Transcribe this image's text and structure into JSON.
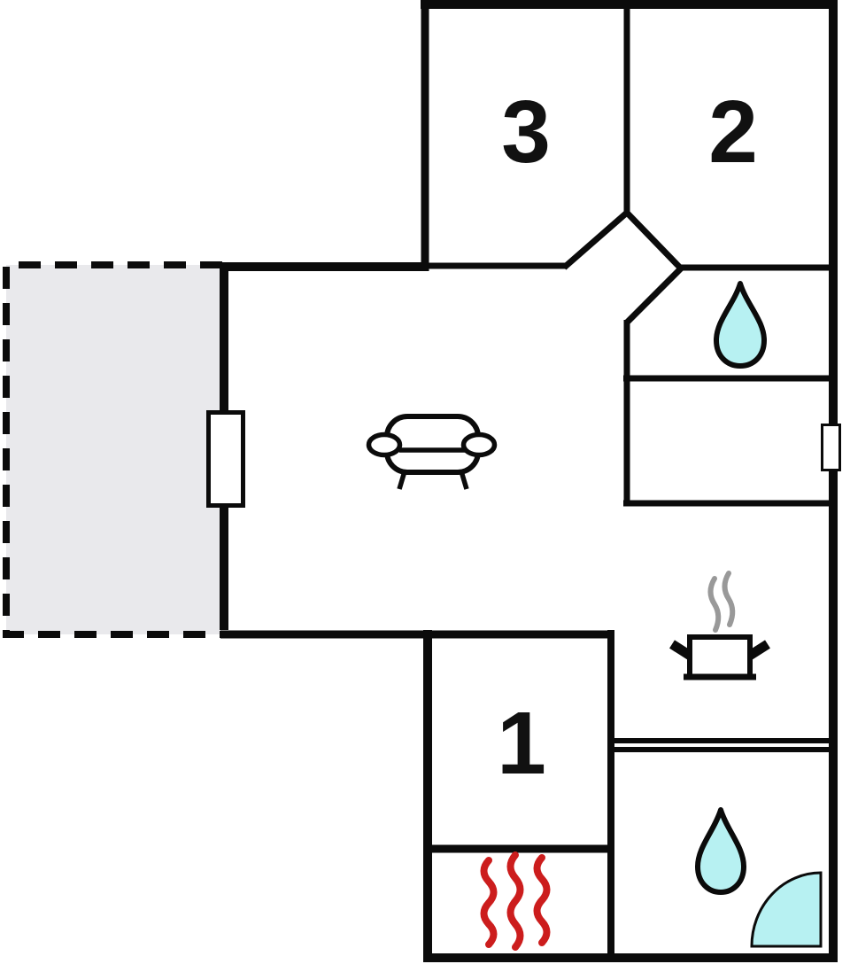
{
  "floor_plan": {
    "rooms": [
      {
        "id": "room-3",
        "label": "3"
      },
      {
        "id": "room-2",
        "label": "2"
      },
      {
        "id": "room-1",
        "label": "1"
      }
    ],
    "symbols": {
      "water_drop_top": "water-drop",
      "water_drop_bottom": "water-drop",
      "sofa": "sofa",
      "cooking_pot": "cooking-pot-with-steam",
      "heat_waves": "heat-waves",
      "door_swing": "door-swing-arc",
      "window_left": "window",
      "window_right": "window",
      "terrace": "terrace-dashed-area"
    },
    "colors": {
      "wall": "#0b0b0b",
      "water": "#b7f1f2",
      "heat": "#cc1d1d",
      "steam": "#999999",
      "terrace_fill": "#e9e9ec",
      "background": "#ffffff"
    }
  }
}
